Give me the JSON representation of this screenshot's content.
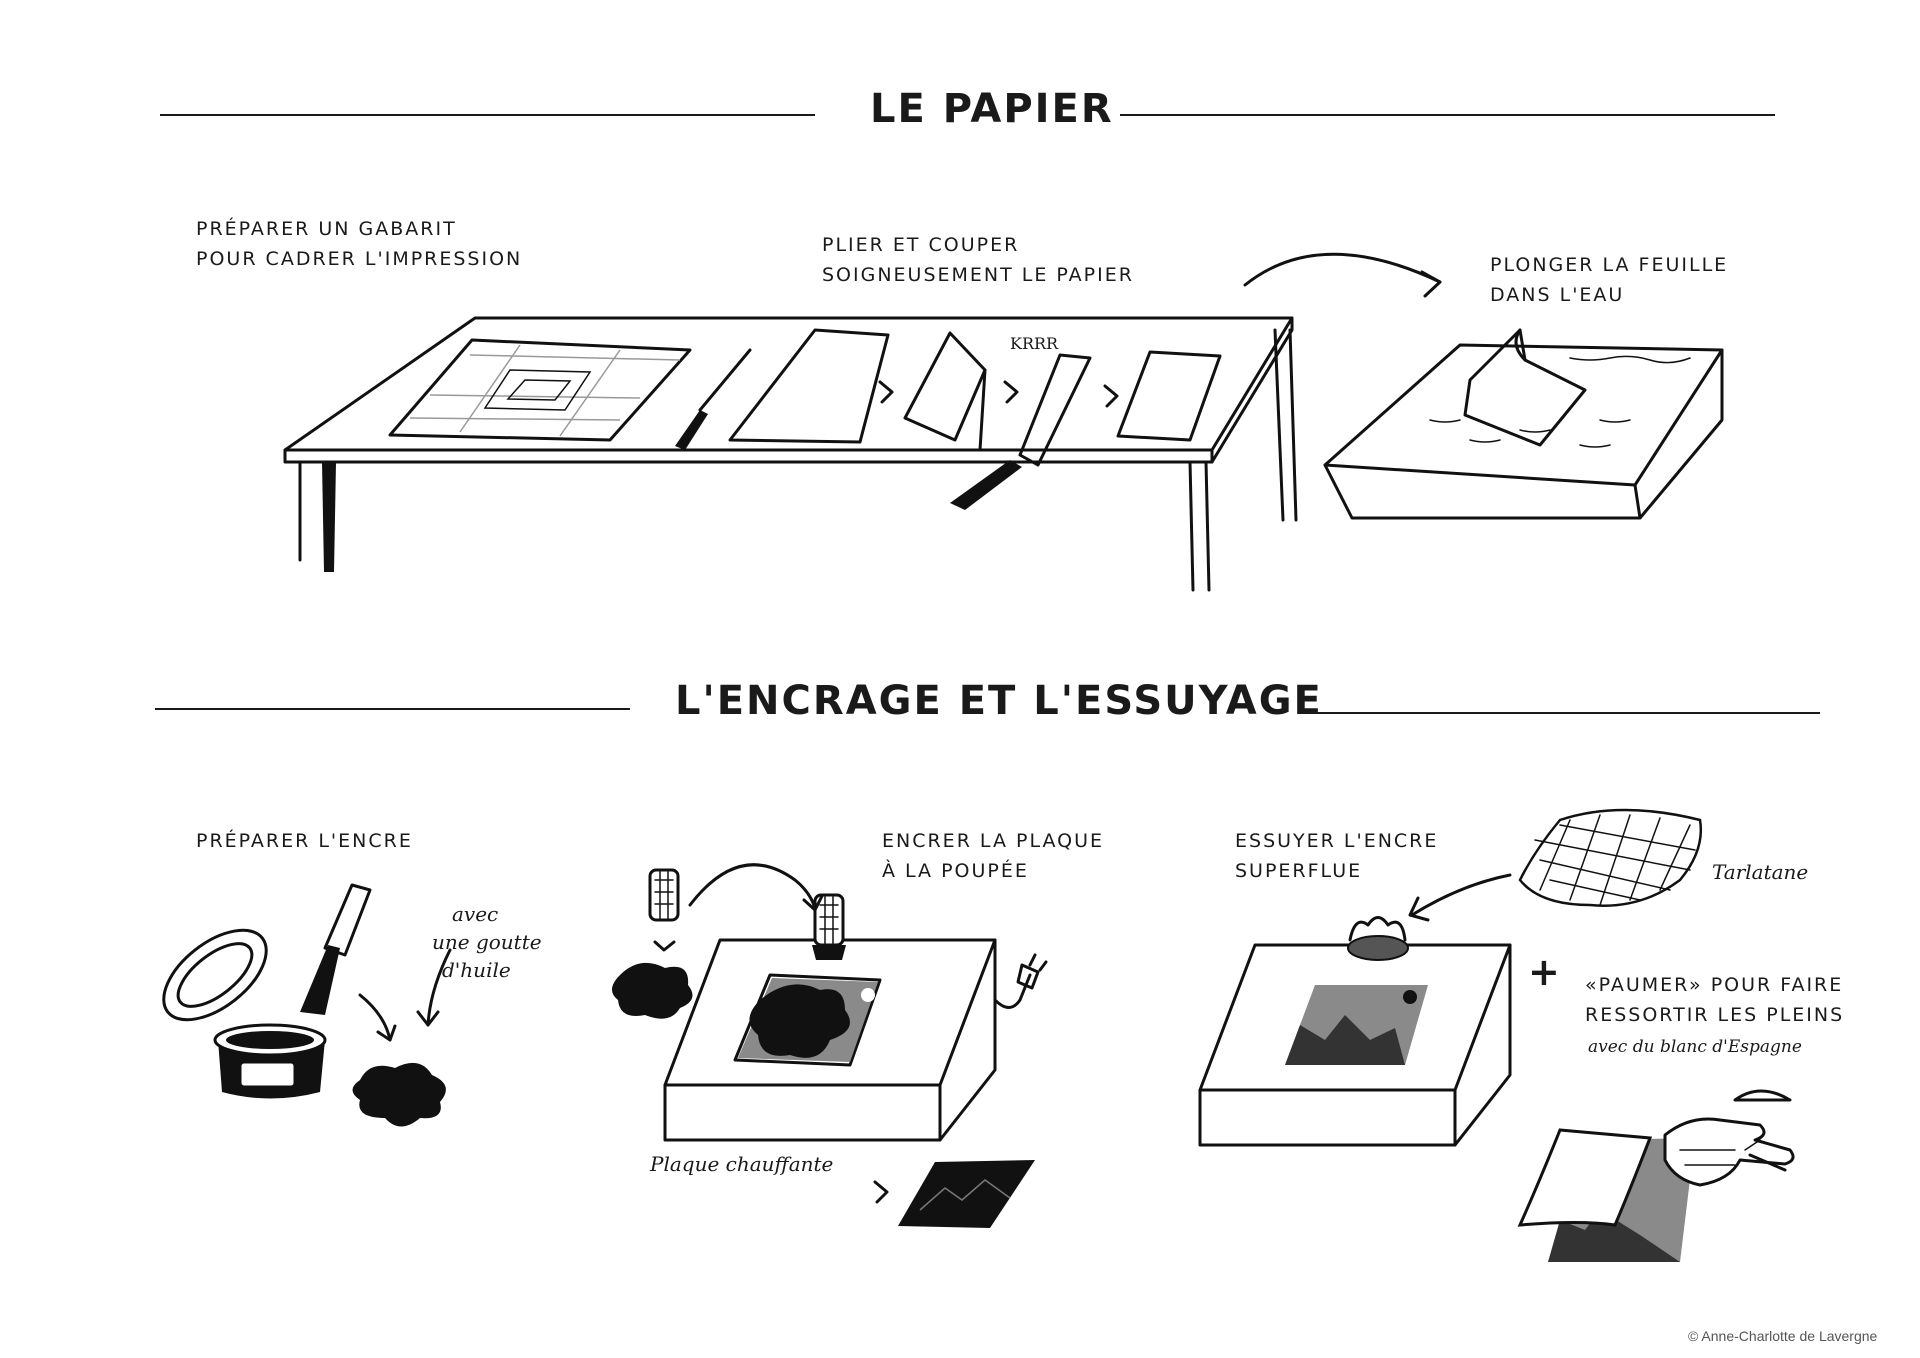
{
  "section_paper": {
    "title": "LE PAPIER",
    "step_template": [
      "PRÉPARER UN GABARIT",
      "POUR CADRER L'IMPRESSION"
    ],
    "step_fold_cut": [
      "PLIER ET COUPER",
      "SOIGNEUSEMENT LE PAPIER"
    ],
    "sound": "KRRR",
    "step_soak": [
      "PLONGER LA FEUILLE",
      "DANS L'EAU"
    ]
  },
  "section_inking": {
    "title": "L'ENCRAGE ET L'ESSUYAGE",
    "step_prepare": "PRÉPARER L'ENCRE",
    "oil_note": [
      "avec",
      "une goutte",
      "d'huile"
    ],
    "step_ink": [
      "ENCRER LA PLAQUE",
      "À LA POUPÉE"
    ],
    "hot_plate": "Plaque chauffante",
    "step_wipe": [
      "ESSUYER L'ENCRE",
      "SUPERFLUE"
    ],
    "tarlatan": "Tarlatane",
    "plus": "+",
    "step_palm": [
      "«PAUMER» POUR FAIRE",
      "RESSORTIR LES PLEINS"
    ],
    "palm_note": "avec du blanc d'Espagne"
  },
  "copyright": "© Anne-Charlotte de Lavergne",
  "icons": [
    "arrow-icon",
    "table-icon",
    "ruler-template-icon",
    "knife-icon",
    "paper-sheet-icon",
    "folded-paper-icon",
    "water-tray-icon",
    "ink-can-icon",
    "spatula-icon",
    "ink-blob-icon",
    "hot-plate-icon",
    "plug-icon",
    "dabber-icon",
    "tarlatan-cloth-icon",
    "hand-icon",
    "chalk-pile-icon"
  ]
}
